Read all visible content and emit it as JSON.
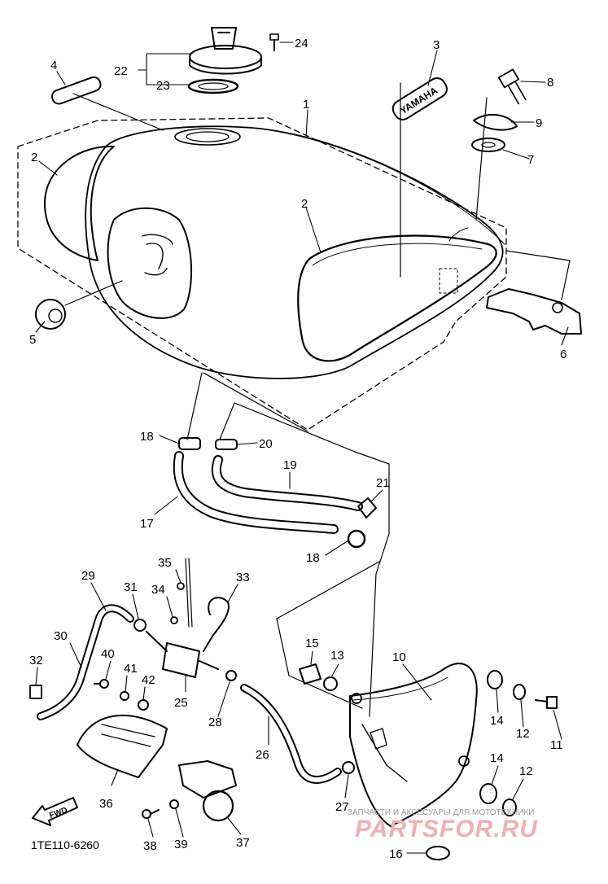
{
  "diagram": {
    "code": "1TE110-6260",
    "fwd_label": "FWD",
    "tank_brand": "YAMAHA",
    "watermark_text": "ЗАПЧАСТИ И АКСЕСУАРЫ ДЛЯ МОТОТЕХНИКИ",
    "watermark_logo": "PARTSFOR.RU",
    "colors": {
      "line": "#000000",
      "watermark": "#f0b0b4"
    },
    "callouts": [
      {
        "id": "c1",
        "label": "1"
      },
      {
        "id": "c2a",
        "label": "2"
      },
      {
        "id": "c2b",
        "label": "2"
      },
      {
        "id": "c3",
        "label": "3"
      },
      {
        "id": "c4",
        "label": "4"
      },
      {
        "id": "c5",
        "label": "5"
      },
      {
        "id": "c6",
        "label": "6"
      },
      {
        "id": "c7",
        "label": "7"
      },
      {
        "id": "c8",
        "label": "8"
      },
      {
        "id": "c9",
        "label": "9"
      },
      {
        "id": "c10",
        "label": "10"
      },
      {
        "id": "c11",
        "label": "11"
      },
      {
        "id": "c12a",
        "label": "12"
      },
      {
        "id": "c12b",
        "label": "12"
      },
      {
        "id": "c13",
        "label": "13"
      },
      {
        "id": "c14a",
        "label": "14"
      },
      {
        "id": "c14b",
        "label": "14"
      },
      {
        "id": "c15",
        "label": "15"
      },
      {
        "id": "c16",
        "label": "16"
      },
      {
        "id": "c17",
        "label": "17"
      },
      {
        "id": "c18a",
        "label": "18"
      },
      {
        "id": "c18b",
        "label": "18"
      },
      {
        "id": "c19",
        "label": "19"
      },
      {
        "id": "c20",
        "label": "20"
      },
      {
        "id": "c21",
        "label": "21"
      },
      {
        "id": "c22",
        "label": "22"
      },
      {
        "id": "c23",
        "label": "23"
      },
      {
        "id": "c24",
        "label": "24"
      },
      {
        "id": "c25",
        "label": "25"
      },
      {
        "id": "c26",
        "label": "26"
      },
      {
        "id": "c27",
        "label": "27"
      },
      {
        "id": "c28",
        "label": "28"
      },
      {
        "id": "c29",
        "label": "29"
      },
      {
        "id": "c30",
        "label": "30"
      },
      {
        "id": "c31",
        "label": "31"
      },
      {
        "id": "c32",
        "label": "32"
      },
      {
        "id": "c33",
        "label": "33"
      },
      {
        "id": "c34",
        "label": "34"
      },
      {
        "id": "c35",
        "label": "35"
      },
      {
        "id": "c36",
        "label": "36"
      },
      {
        "id": "c37",
        "label": "37"
      },
      {
        "id": "c38",
        "label": "38"
      },
      {
        "id": "c39",
        "label": "39"
      },
      {
        "id": "c40",
        "label": "40"
      },
      {
        "id": "c41",
        "label": "41"
      },
      {
        "id": "c42",
        "label": "42"
      }
    ]
  }
}
